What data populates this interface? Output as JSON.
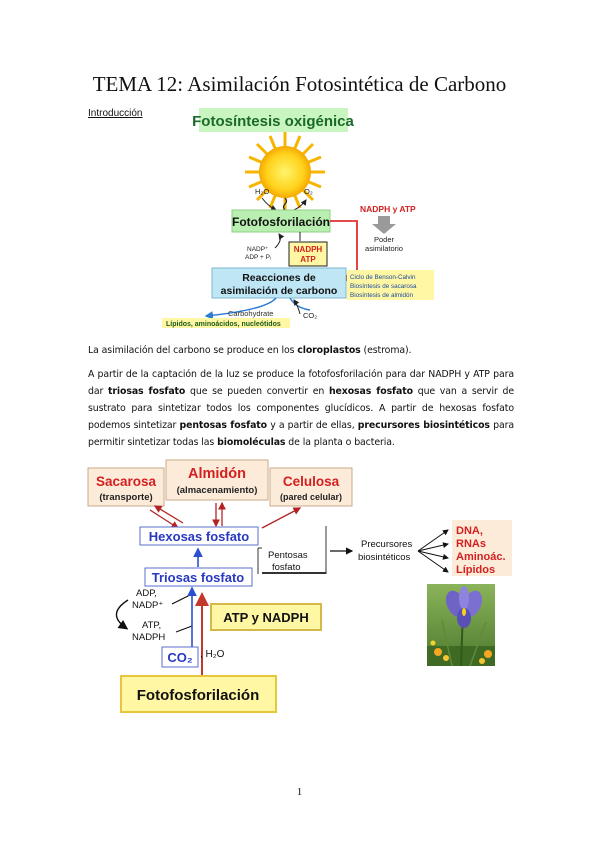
{
  "document": {
    "title": "TEMA 12: Asimilación Fotosintética de Carbono",
    "section_label": "Introducción",
    "page_number": "1"
  },
  "figure1": {
    "header": "Fotosíntesis oxigénica",
    "h2o": "H₂O",
    "o2": "O₂",
    "fotofos": "Fotofosforilación",
    "nadph_atp_label": "NADPH y ATP",
    "poder_1": "Poder",
    "poder_2": "asimilatorio",
    "nadp_1": "NADP⁺",
    "nadp_2": "ADP + Pᵢ",
    "nadph_box_1": "NADPH",
    "nadph_box_2": "ATP",
    "reac_1": "Reacciones de",
    "reac_2": "asimilación de carbono",
    "ciclo_1": "Ciclo de Benson-Calvin",
    "ciclo_2": "Biosíntesis de sacarosa",
    "ciclo_3": "Biosíntesis de almidón",
    "carbo": "Carbohydrate",
    "co2": "CO₂",
    "lipidos": "Lípidos, aminoácidos, nucleótidos"
  },
  "paragraph1": {
    "pre": "La asimilación del carbono se produce en los ",
    "bold": "cloroplastos",
    "post": " (estroma)."
  },
  "paragraph2": {
    "t1": "A partir de la captación de la luz se produce la fotofosforilación para dar NADPH y ATP para dar ",
    "b1": "triosas fosfato",
    "t2": " que se pueden convertir en ",
    "b2": "hexosas fosfato",
    "t3": " que van a servir de sustrato para sintetizar todos los componentes glucídicos. A partir de hexosas fosfato podemos sintetizar ",
    "b3": "pentosas fosfato",
    "t4": " y a partir de ellas, ",
    "b4": "precursores biosintéticos",
    "t5": " para permitir sintetizar todas las ",
    "b5": "biomoléculas",
    "t6": " de la planta o bacteria."
  },
  "figure2": {
    "sacarosa_1": "Sacarosa",
    "sacarosa_2": "(transporte)",
    "almidon_1": "Almidón",
    "almidon_2": "(almacenamiento)",
    "celulosa_1": "Celulosa",
    "celulosa_2": "(pared celular)",
    "hexosas": "Hexosas fosfato",
    "pentosas_1": "Pentosas",
    "pentosas_2": "fosfato",
    "precursores_1": "Precursores",
    "precursores_2": "biosintéticos",
    "dna": "DNA,",
    "rnas": "RNAs",
    "aminoac": "Aminoác.",
    "lipidos": "Lípidos",
    "triosas": "Triosas fosfato",
    "adp": "ADP,",
    "nadp": "NADP⁺",
    "atp": "ATP,",
    "nadph": "NADPH",
    "atp_nadph": "ATP y NADPH",
    "co2": "CO₂",
    "h2o": ", H₂O",
    "fotofos": "Fotofosforilación"
  }
}
